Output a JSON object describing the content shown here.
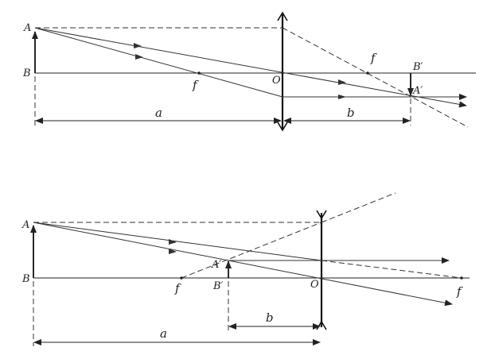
{
  "top": {
    "labels": {
      "A": "A",
      "B": "B",
      "O": "O",
      "f_left": "f",
      "f_right": "f",
      "B_prime": "B′",
      "A_prime": "A′",
      "a": "a",
      "b": "b"
    }
  },
  "bottom": {
    "labels": {
      "A": "A",
      "B": "B",
      "O": "O",
      "A_prime": "A′",
      "B_prime": "B′",
      "f_left": "f",
      "f_right": "f",
      "a": "a",
      "b": "b"
    }
  }
}
